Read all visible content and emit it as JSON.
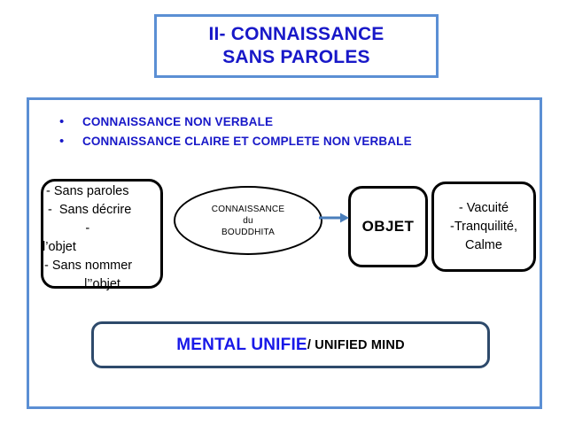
{
  "slide": {
    "title": {
      "line1": "II- CONNAISSANCE",
      "line2": "SANS PAROLES",
      "color": "#1818C8",
      "border_color": "#5B8FD4"
    },
    "frame": {
      "border_color": "#5B8FD4"
    },
    "bullets": [
      {
        "marker": "•",
        "text": "CONNAISSANCE NON VERBALE"
      },
      {
        "marker": "•",
        "text": "CONNAISSANCE CLAIRE ET COMPLETE NON VERBALE"
      }
    ],
    "left_box": {
      "lines": [
        "- Sans paroles",
        "-  Sans décrire",
        "            -",
        "l’objet",
        "- Sans nommer",
        "-          l’’objet"
      ]
    },
    "ellipse": {
      "line1": "CONNAISSANCE",
      "line2": "du",
      "line3": "BOUDDHITA"
    },
    "arrow": {
      "name": "right-arrow",
      "color": "#4A7EBB"
    },
    "objet_box": {
      "label": "OBJET"
    },
    "right_box": {
      "lines": [
        "- Vacuité",
        "-Tranquilité,",
        "Calme"
      ]
    },
    "mental_box": {
      "french": "MENTAL UNIFIE",
      "english": "/ UNIFIED MIND",
      "french_color": "#1818E8",
      "english_color": "#000000",
      "border_color": "#2E4A6B"
    }
  }
}
